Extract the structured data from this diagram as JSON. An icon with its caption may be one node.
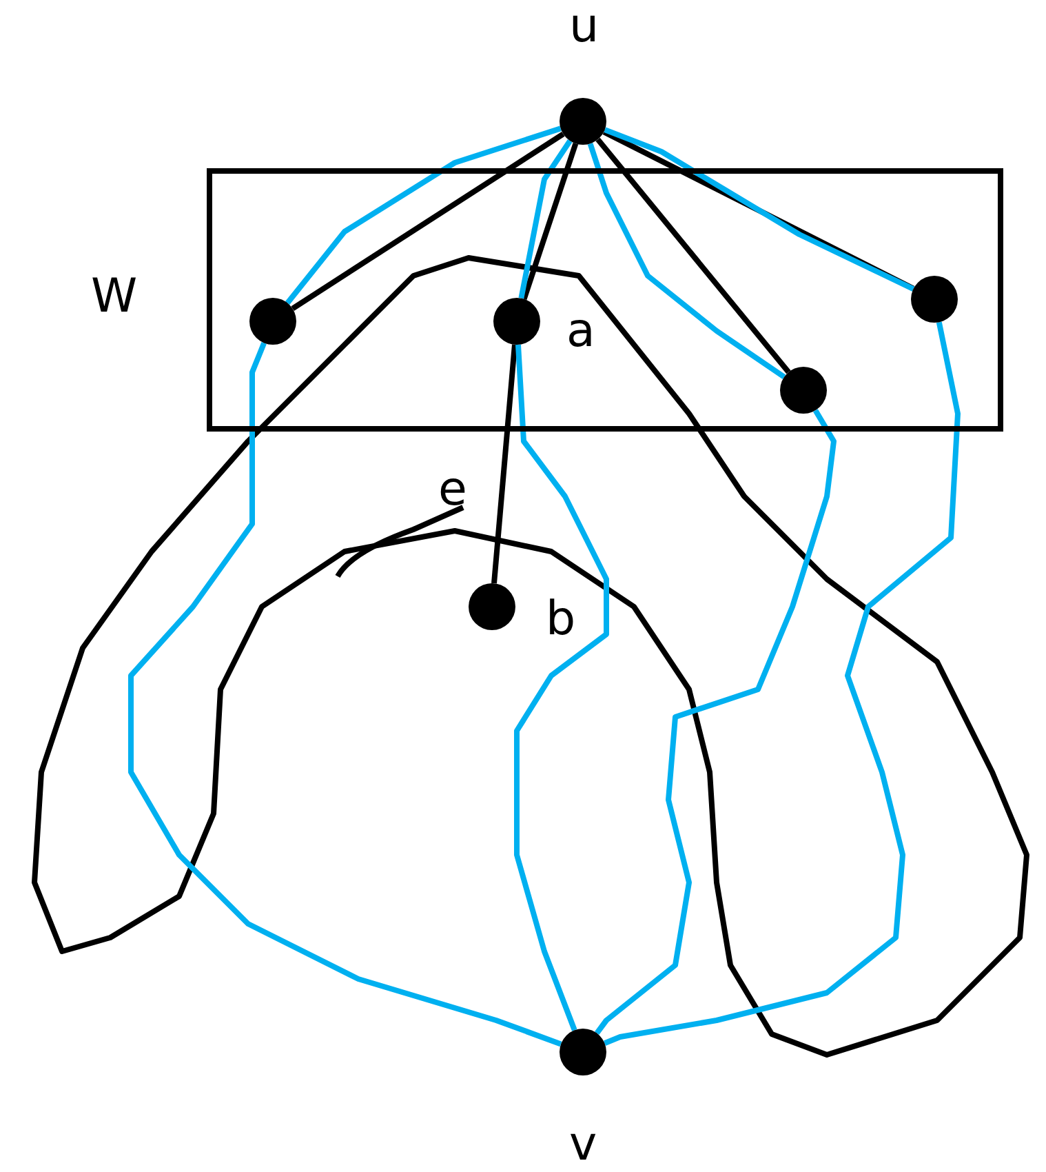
{
  "diagram": {
    "nodes": [
      {
        "text": [],
        "shape": "circle",
        "beside": [
          "u"
        ]
      },
      {
        "text": [
          "W"
        ]
      },
      {
        "text": [],
        "shape": "circle",
        "in": 1
      },
      {
        "text": [],
        "shape": "circle",
        "in": 1,
        "beside": [
          "a"
        ]
      },
      {
        "text": [],
        "shape": "circle",
        "in": 1
      },
      {
        "text": [],
        "shape": "circle",
        "in": 1
      },
      {
        "text": [],
        "shape": "circle",
        "beside": [
          "b"
        ]
      },
      {
        "text": [],
        "shape": "circle",
        "beside": [
          "v"
        ]
      }
    ],
    "edges": [
      {
        "from": 0,
        "to": 2,
        "arrow": "none",
        "color": "#000000"
      },
      {
        "from": 0,
        "to": 3,
        "arrow": "none",
        "color": "#000000"
      },
      {
        "from": 3,
        "to": 6,
        "arrow": "none",
        "color": "#000000"
      },
      {
        "from": 0,
        "to": 4,
        "arrow": "none",
        "color": "#000000"
      },
      {
        "from": 0,
        "to": 5,
        "arrow": "none",
        "color": "#000000"
      },
      {
        "from": 0,
        "to": 2,
        "arrow": "none"
      },
      {
        "from": 2,
        "to": 7,
        "arrow": "none"
      },
      {
        "from": 0,
        "to": 3,
        "arrow": "none"
      },
      {
        "from": 3,
        "to": 7,
        "arrow": "none"
      },
      {
        "from": 0,
        "to": 4,
        "arrow": "none"
      },
      {
        "from": 4,
        "to": 7,
        "arrow": "none"
      },
      {
        "from": 0,
        "to": 5,
        "arrow": "none"
      },
      {
        "from": 5,
        "to": 7,
        "arrow": "none"
      }
    ],
    "labels": [
      "e"
    ]
  }
}
